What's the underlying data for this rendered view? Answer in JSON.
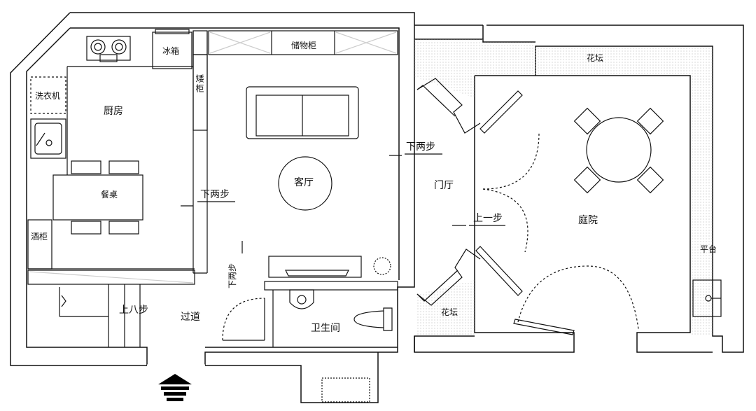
{
  "rooms": {
    "washer": "洗衣机",
    "kitchen": "厨房",
    "fridge": "冰箱",
    "shoe_cabinet": "矮柜",
    "storage": "储物柜",
    "planter_top": "花坛",
    "living": "客厅",
    "down_two_a": "下两步",
    "down_two_b": "下两步",
    "foyer": "门厅",
    "dining_table": "餐桌",
    "wine_cabinet": "酒柜",
    "courtyard": "庭院",
    "up_one": "上一步",
    "platform": "平台",
    "down_two_c": "下两步",
    "up_eight": "上八步",
    "corridor": "过道",
    "bathroom": "卫生间",
    "planter_bottom": "花坛"
  },
  "icons": [
    "entrance-arrow-icon",
    "stove-icon",
    "sink-icon",
    "toilet-icon",
    "washbasin-icon",
    "sofa-icon",
    "plant-icon",
    "round-table-icon"
  ]
}
